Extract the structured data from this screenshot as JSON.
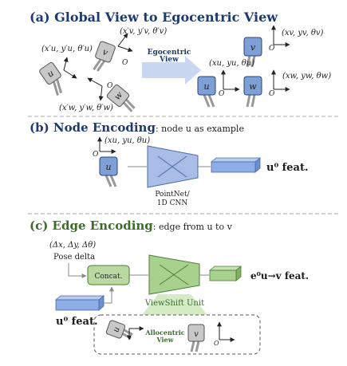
{
  "section_a": {
    "title": "(a) Global View to Egocentric View",
    "arrow_label": [
      "Egocentric",
      "View"
    ],
    "nodes": {
      "u": "u",
      "v": "v",
      "w": "w"
    },
    "origin": "O",
    "global_pose_u": "(x′u, y′u, θ′u)",
    "global_pose_v": "(x′v, y′v, θ′v)",
    "global_pose_w": "(x′w, y′w, θ′w)",
    "ego_pose_u": "(xu, yu, θu)",
    "ego_pose_v": "(xv, yv, θv)",
    "ego_pose_w": "(xw, yw, θw)"
  },
  "section_b": {
    "title_bold": "(b) Node Encoding",
    "title_rest": ": node u as example",
    "pose": "(xu, yu, θu)",
    "encoder_label": [
      "PointNet/",
      "1D CNN"
    ],
    "output_label": "u⁰ feat."
  },
  "section_c": {
    "title_bold": "(c) Edge Encoding",
    "title_rest": ": edge from u to v",
    "pose_delta": "(Δx, Δy, Δθ)",
    "pose_delta_label": "Pose delta",
    "concat_label": "Concat.",
    "input_label": "u⁰ feat.",
    "output_label": "e⁰u→v feat.",
    "viewshift_label": "ViewShift Unit",
    "allocentric_label": [
      "Allocentric",
      "View"
    ]
  },
  "colors": {
    "title_blue": "#1f3a6e",
    "title_green": "#3d6b2a",
    "node_blue": "#7fa0d6",
    "encoder_blue": "#a9bde6",
    "feat_blue": "#8cade6",
    "concat_green": "#b9d9a0",
    "feat_green": "#a9d18e",
    "arrow_blue": "#c9d8f0",
    "arrow_green": "#d5ebc5",
    "text_green": "#3d6b2a",
    "node_gray": "#c8c8c8"
  }
}
